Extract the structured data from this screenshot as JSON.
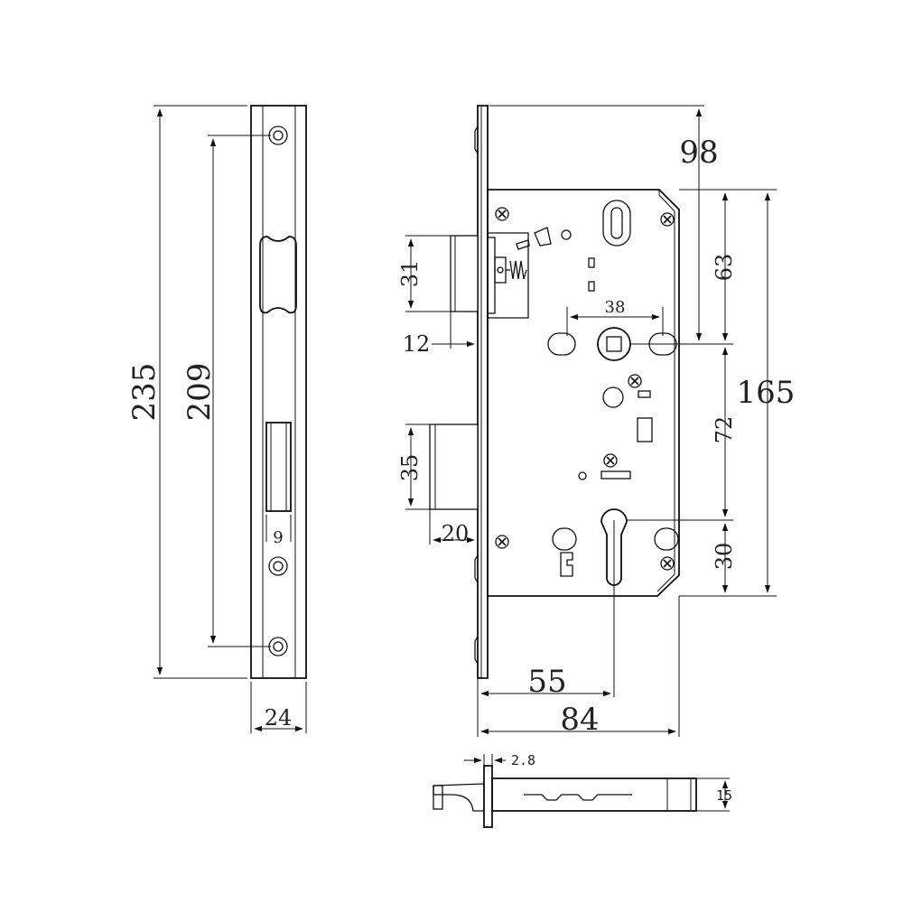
{
  "faceplate": {
    "height_label": "235",
    "screw_spacing_label": "209",
    "width_label": "24",
    "slot_width_label": "9"
  },
  "lock_body": {
    "backset_label": "55",
    "total_depth_label": "84",
    "top_to_follower_label": "98",
    "case_to_follower_label": "63",
    "case_height_label": "165",
    "follower_to_cylinder_label": "72",
    "cylinder_to_bottom_label": "30",
    "fixing_holes_label": "38",
    "deadbolt_height_label": "31",
    "deadbolt_projection_label": "12",
    "latch_height_label": "35",
    "latch_projection_label": "20"
  },
  "side_view": {
    "plate_thickness_label": "2.8",
    "body_thickness_label": "15"
  }
}
